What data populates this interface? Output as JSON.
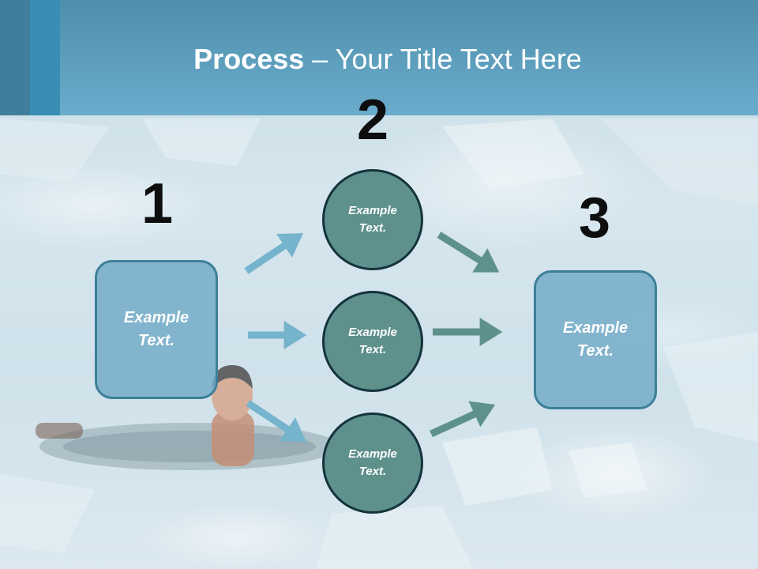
{
  "title": {
    "bold": "Process",
    "rest": " – Your Title Text Here"
  },
  "steps": {
    "one": {
      "number": "1",
      "text": "Example Text."
    },
    "two": {
      "number": "2"
    },
    "three": {
      "number": "3",
      "text": "Example Text."
    }
  },
  "circles": [
    {
      "text": "Example Text."
    },
    {
      "text": "Example Text."
    },
    {
      "text": "Example Text."
    }
  ],
  "colors": {
    "header": "#5e9fbe",
    "box_fill": "#74acc8",
    "circle_fill": "#5e908c",
    "arrow_light": "#76b3cc",
    "arrow_dark": "#5e908c"
  }
}
